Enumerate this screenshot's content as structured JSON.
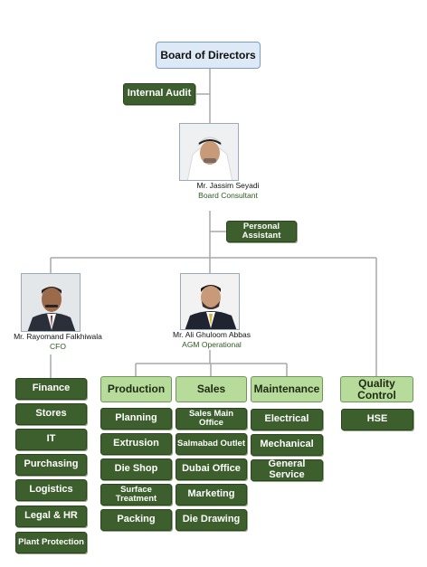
{
  "board": "Board of Directors",
  "internal_audit": "Internal Audit",
  "personal_assistant": "Personal Assistant",
  "people": {
    "consultant": {
      "name": "Mr. Jassim Seyadi",
      "role": "Board Consultant"
    },
    "cfo": {
      "name": "Mr. Rayomand Falkhiwala",
      "role": "CFO"
    },
    "agm": {
      "name": "Mr. Ali Ghuloom Abbas",
      "role": "AGM Operational"
    }
  },
  "finance_units": [
    "Finance",
    "Stores",
    "IT",
    "Purchasing",
    "Logistics",
    "Legal & HR",
    "Plant Protection"
  ],
  "departments": {
    "production": {
      "title": "Production",
      "items": [
        "Planning",
        "Extrusion",
        "Die Shop",
        "Surface Treatment",
        "Packing"
      ]
    },
    "sales": {
      "title": "Sales",
      "items": [
        "Sales Main Office",
        "Salmabad Outlet",
        "Dubai Office",
        "Marketing",
        "Die Drawing"
      ]
    },
    "maintenance": {
      "title": "Maintenance",
      "items": [
        "Electrical",
        "Mechanical",
        "General Service"
      ]
    },
    "quality": {
      "title": "Quality Control",
      "items": [
        "HSE"
      ]
    }
  }
}
